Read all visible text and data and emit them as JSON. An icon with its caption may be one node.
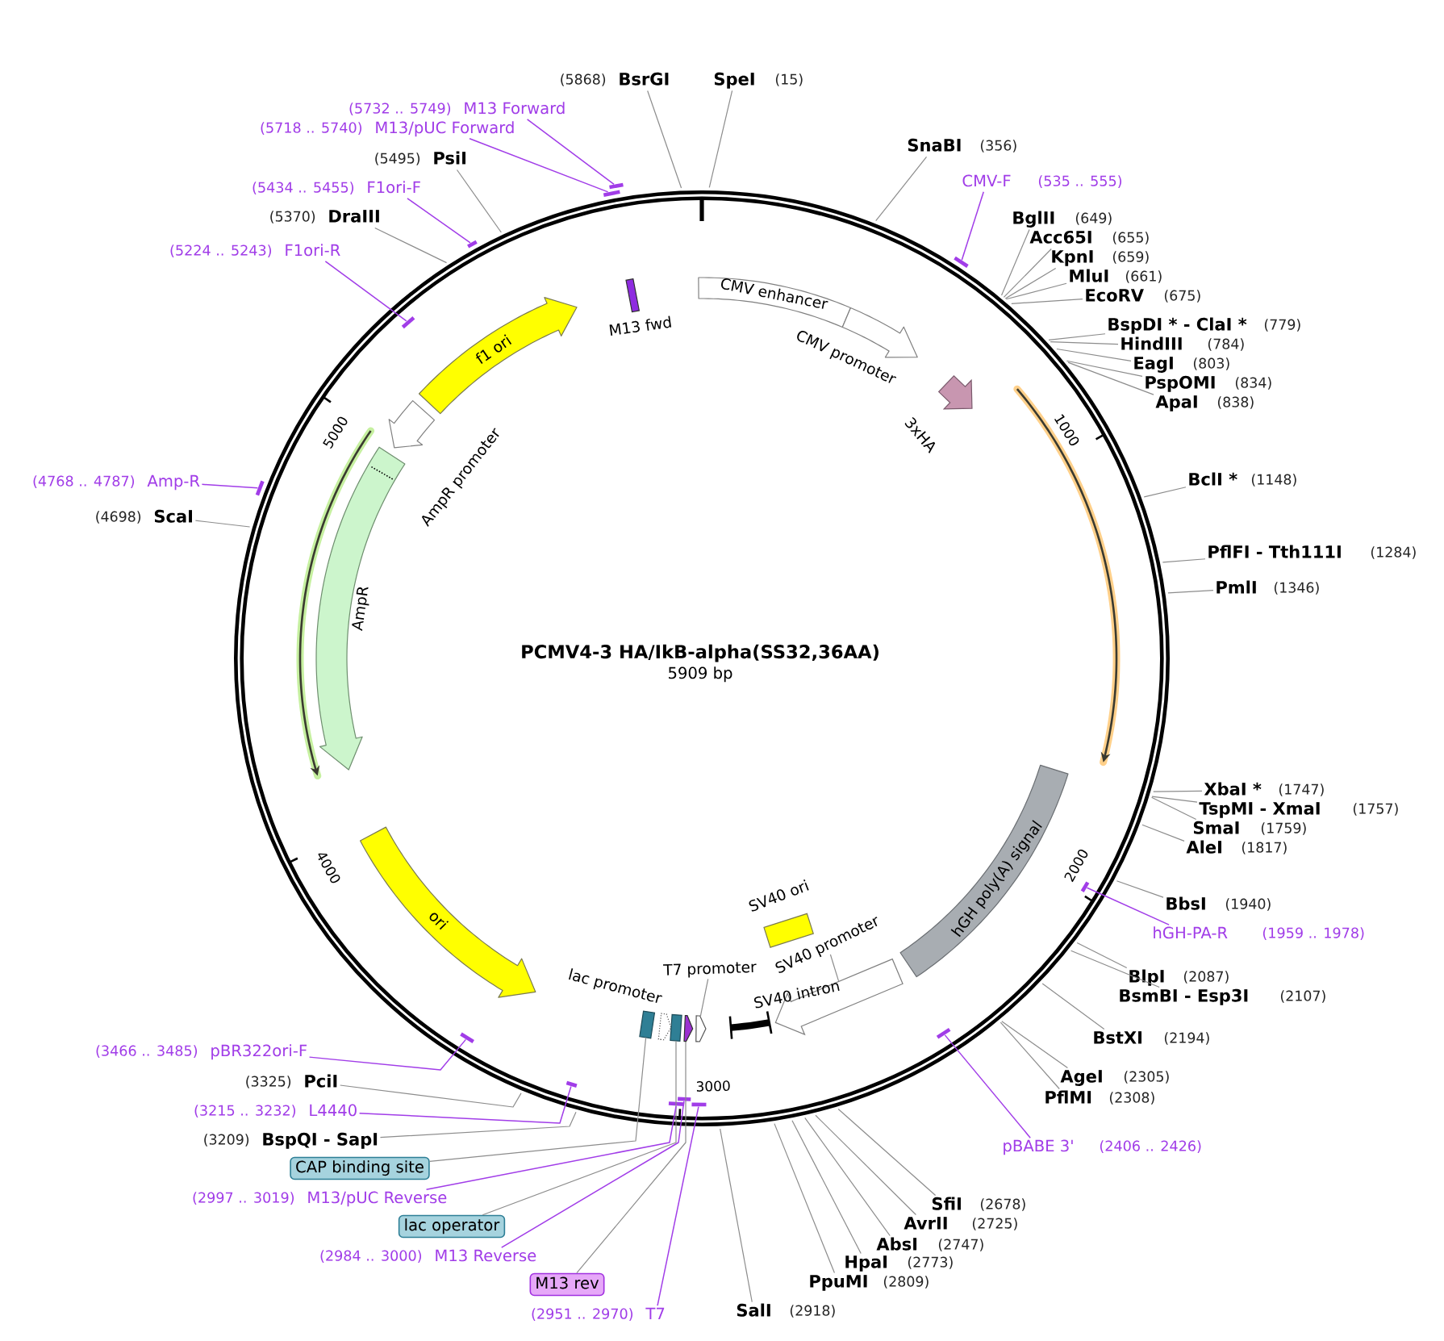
{
  "diagram": {
    "title": "PCMV4-3 HA/IkB-alpha(SS32,36AA)",
    "nodes": [
      {
        "text": [
          "f1 ori"
        ]
      },
      {
        "text": [
          "M13 fwd"
        ]
      },
      {
        "text": [
          "CMV enhancer"
        ]
      },
      {
        "text": [
          "CMV promoter"
        ]
      },
      {
        "text": [
          "AmpR promoter"
        ]
      },
      {
        "text": [
          "3xHA"
        ]
      },
      {
        "text": [
          "AmpR"
        ]
      },
      {
        "text": [
          "hGH poly(A) signal"
        ]
      },
      {
        "text": [
          "ori"
        ]
      },
      {
        "text": [
          "SV40 ori"
        ]
      },
      {
        "text": [
          "SV40 promoter"
        ]
      },
      {
        "text": [],
        "shape": "arrow"
      },
      {
        "text": [
          "T7 promoter"
        ]
      },
      {
        "text": [
          "SV40 intron"
        ]
      },
      {
        "text": [],
        "shape": "box"
      },
      {
        "text": [],
        "shape": "arrow"
      },
      {
        "text": [],
        "shape": "box"
      },
      {
        "text": [],
        "shape": "arrow"
      },
      {
        "text": [],
        "shape": "arrow"
      },
      {
        "text": [
          "SpeI",
          "(15)"
        ]
      },
      {
        "text": [
          "SnaBI",
          "(356)"
        ]
      },
      {
        "text": [
          "CMV-F",
          "(535 .. 555)"
        ]
      },
      {
        "text": [],
        "shape": "bar"
      },
      {
        "text": [
          "BglII",
          "(649)"
        ]
      },
      {
        "text": [
          "Acc65I",
          "(655)"
        ]
      },
      {
        "text": [
          "KpnI",
          "(659)"
        ]
      },
      {
        "text": [
          "MluI",
          "(661)"
        ]
      },
      {
        "text": [
          "EcoRV",
          "(675)"
        ]
      },
      {
        "text": [
          "BspDI * - ClaI *",
          "(779)"
        ]
      },
      {
        "text": [
          "HindIII",
          "(784)"
        ]
      },
      {
        "text": [
          "EagI",
          "(803)"
        ]
      },
      {
        "text": [
          "PspOMI",
          "(834)"
        ]
      },
      {
        "text": [
          "ApaI",
          "(838)"
        ]
      },
      {
        "text": [
          "BclI *",
          "(1148)"
        ]
      },
      {
        "text": [
          "PflFI - Tth111I",
          "(1284)"
        ]
      },
      {
        "text": [
          "PmlI",
          "(1346)"
        ]
      },
      {
        "text": [
          "XbaI *",
          "(1747)"
        ]
      },
      {
        "text": [
          "TspMI - XmaI",
          "(1757)"
        ]
      },
      {
        "text": [
          "SmaI",
          "(1759)"
        ]
      },
      {
        "text": [
          "AleI",
          "(1817)"
        ]
      },
      {
        "text": [
          "BbsI",
          "(1940)"
        ]
      },
      {
        "text": [
          "hGH-PA-R",
          "(1959 .. 1978)"
        ]
      },
      {
        "text": [],
        "shape": "bar"
      },
      {
        "text": [
          "BlpI",
          "(2087)"
        ]
      },
      {
        "text": [
          "BsmBI - Esp3I",
          "(2107)"
        ]
      },
      {
        "text": [
          "BstXI",
          "(2194)"
        ]
      },
      {
        "text": [
          "AgeI",
          "(2305)"
        ]
      },
      {
        "text": [
          "PflMI",
          "(2308)"
        ]
      },
      {
        "text": [
          "pBABE 3'",
          "(2406 .. 2426)"
        ]
      },
      {
        "text": [],
        "shape": "bar"
      },
      {
        "text": [
          "SfiI",
          "(2678)"
        ]
      },
      {
        "text": [
          "AvrII",
          "(2725)"
        ]
      },
      {
        "text": [
          "AbsI",
          "(2747)"
        ]
      },
      {
        "text": [
          "HpaI",
          "(2773)"
        ]
      },
      {
        "text": [
          "PpuMI",
          "(2809)"
        ]
      },
      {
        "text": [
          "SalI",
          "(2918)"
        ]
      },
      {
        "text": [
          "(2951 .. 2970)",
          "T7"
        ]
      },
      {
        "text": [],
        "shape": "bar"
      },
      {
        "text": [
          "M13 rev"
        ]
      },
      {
        "text": [
          "(2984 .. 3000)",
          "M13 Reverse"
        ]
      },
      {
        "text": [],
        "shape": "bar"
      },
      {
        "text": [
          "lac operator"
        ]
      },
      {
        "text": [
          "(2997 .. 3019)",
          "M13/pUC Reverse"
        ]
      },
      {
        "text": [],
        "shape": "bar"
      },
      {
        "text": [
          "CAP binding site"
        ]
      },
      {
        "text": [
          "(3209)",
          "BspQI - SapI"
        ]
      },
      {
        "text": [
          "(3215 .. 3232)",
          "L4440"
        ]
      },
      {
        "text": [],
        "shape": "bar"
      },
      {
        "text": [
          "(3325)",
          "PciI"
        ]
      },
      {
        "text": [
          "(3466 .. 3485)",
          "pBR322ori-F"
        ]
      },
      {
        "text": [],
        "shape": "bar"
      },
      {
        "text": [
          "(4698)",
          "ScaI"
        ]
      },
      {
        "text": [
          "(4768 .. 4787)",
          "Amp-R"
        ]
      },
      {
        "text": [],
        "shape": "bar"
      },
      {
        "text": [
          "(5224 .. 5243)",
          "F1ori-R"
        ]
      },
      {
        "text": [],
        "shape": "bar"
      },
      {
        "text": [
          "(5370)",
          "DraIII"
        ]
      },
      {
        "text": [
          "(5434 .. 5455)",
          "F1ori-F"
        ]
      },
      {
        "text": [],
        "shape": "bar"
      },
      {
        "text": [
          "(5495)",
          "PsiI"
        ]
      },
      {
        "text": [
          "(5718 .. 5740)",
          "M13/pUC Forward"
        ]
      },
      {
        "text": [],
        "shape": "bar"
      },
      {
        "text": [
          "(5732 .. 5749)",
          "M13 Forward"
        ]
      },
      {
        "text": [],
        "shape": "bar"
      },
      {
        "text": [
          "(5868)",
          "BsrGI"
        ]
      }
    ],
    "edges": [
      {
        "from": 10,
        "to": 11,
        "arrow": "none"
      },
      {
        "from": 12,
        "to": 18,
        "arrow": "none"
      },
      {
        "from": 19,
        "to": null,
        "arrow": "none"
      },
      {
        "from": 20,
        "to": null,
        "arrow": "none"
      },
      {
        "from": 21,
        "to": 22,
        "arrow": "none",
        "color": "#a13de8"
      },
      {
        "from": 23,
        "to": null,
        "arrow": "none"
      },
      {
        "from": 24,
        "to": null,
        "arrow": "none"
      },
      {
        "from": 25,
        "to": null,
        "arrow": "none"
      },
      {
        "from": 26,
        "to": null,
        "arrow": "none"
      },
      {
        "from": 27,
        "to": null,
        "arrow": "none"
      },
      {
        "from": 28,
        "to": null,
        "arrow": "none"
      },
      {
        "from": 29,
        "to": null,
        "arrow": "none"
      },
      {
        "from": 30,
        "to": null,
        "arrow": "none"
      },
      {
        "from": 31,
        "to": null,
        "arrow": "none"
      },
      {
        "from": 32,
        "to": null,
        "arrow": "none"
      },
      {
        "from": 33,
        "to": null,
        "arrow": "none"
      },
      {
        "from": 34,
        "to": null,
        "arrow": "none"
      },
      {
        "from": 35,
        "to": null,
        "arrow": "none"
      },
      {
        "from": 36,
        "to": null,
        "arrow": "none"
      },
      {
        "from": 37,
        "to": null,
        "arrow": "none"
      },
      {
        "from": 38,
        "to": null,
        "arrow": "none"
      },
      {
        "from": 39,
        "to": null,
        "arrow": "none"
      },
      {
        "from": 40,
        "to": null,
        "arrow": "none"
      },
      {
        "from": 41,
        "to": 42,
        "arrow": "none",
        "color": "#a13de8"
      },
      {
        "from": 43,
        "to": null,
        "arrow": "none"
      },
      {
        "from": 44,
        "to": null,
        "arrow": "none"
      },
      {
        "from": 45,
        "to": null,
        "arrow": "none"
      },
      {
        "from": 46,
        "to": null,
        "arrow": "none"
      },
      {
        "from": 47,
        "to": null,
        "arrow": "none"
      },
      {
        "from": 48,
        "to": 49,
        "arrow": "none",
        "color": "#a13de8"
      },
      {
        "from": 50,
        "to": null,
        "arrow": "none"
      },
      {
        "from": 51,
        "to": null,
        "arrow": "none"
      },
      {
        "from": 52,
        "to": null,
        "arrow": "none"
      },
      {
        "from": 53,
        "to": null,
        "arrow": "none"
      },
      {
        "from": 54,
        "to": null,
        "arrow": "none"
      },
      {
        "from": 55,
        "to": null,
        "arrow": "none"
      },
      {
        "from": 56,
        "to": 57,
        "arrow": "none",
        "color": "#a13de8"
      },
      {
        "from": 58,
        "to": 17,
        "arrow": "none"
      },
      {
        "from": 59,
        "to": 60,
        "arrow": "none",
        "color": "#a13de8"
      },
      {
        "from": 61,
        "to": 16,
        "arrow": "none"
      },
      {
        "from": 62,
        "to": 63,
        "arrow": "none",
        "color": "#a13de8"
      },
      {
        "from": 64,
        "to": 14,
        "arrow": "none"
      },
      {
        "from": 65,
        "to": null,
        "arrow": "none"
      },
      {
        "from": 66,
        "to": 67,
        "arrow": "none",
        "color": "#a13de8"
      },
      {
        "from": 68,
        "to": null,
        "arrow": "none"
      },
      {
        "from": 69,
        "to": 70,
        "arrow": "none",
        "color": "#a13de8"
      },
      {
        "from": 71,
        "to": null,
        "arrow": "none"
      },
      {
        "from": 72,
        "to": 73,
        "arrow": "none",
        "color": "#a13de8"
      },
      {
        "from": 74,
        "to": 75,
        "arrow": "none",
        "color": "#a13de8"
      },
      {
        "from": 76,
        "to": null,
        "arrow": "none"
      },
      {
        "from": 77,
        "to": 78,
        "arrow": "none",
        "color": "#a13de8"
      },
      {
        "from": 79,
        "to": null,
        "arrow": "none"
      },
      {
        "from": 80,
        "to": 81,
        "arrow": "none",
        "color": "#a13de8"
      },
      {
        "from": 82,
        "to": 83,
        "arrow": "none",
        "color": "#a13de8"
      },
      {
        "from": 84,
        "to": null,
        "arrow": "none"
      }
    ],
    "labels": [
      "5000",
      "1000",
      "5909 bp",
      "4000",
      "2000",
      "lac promoter",
      "3000"
    ]
  }
}
